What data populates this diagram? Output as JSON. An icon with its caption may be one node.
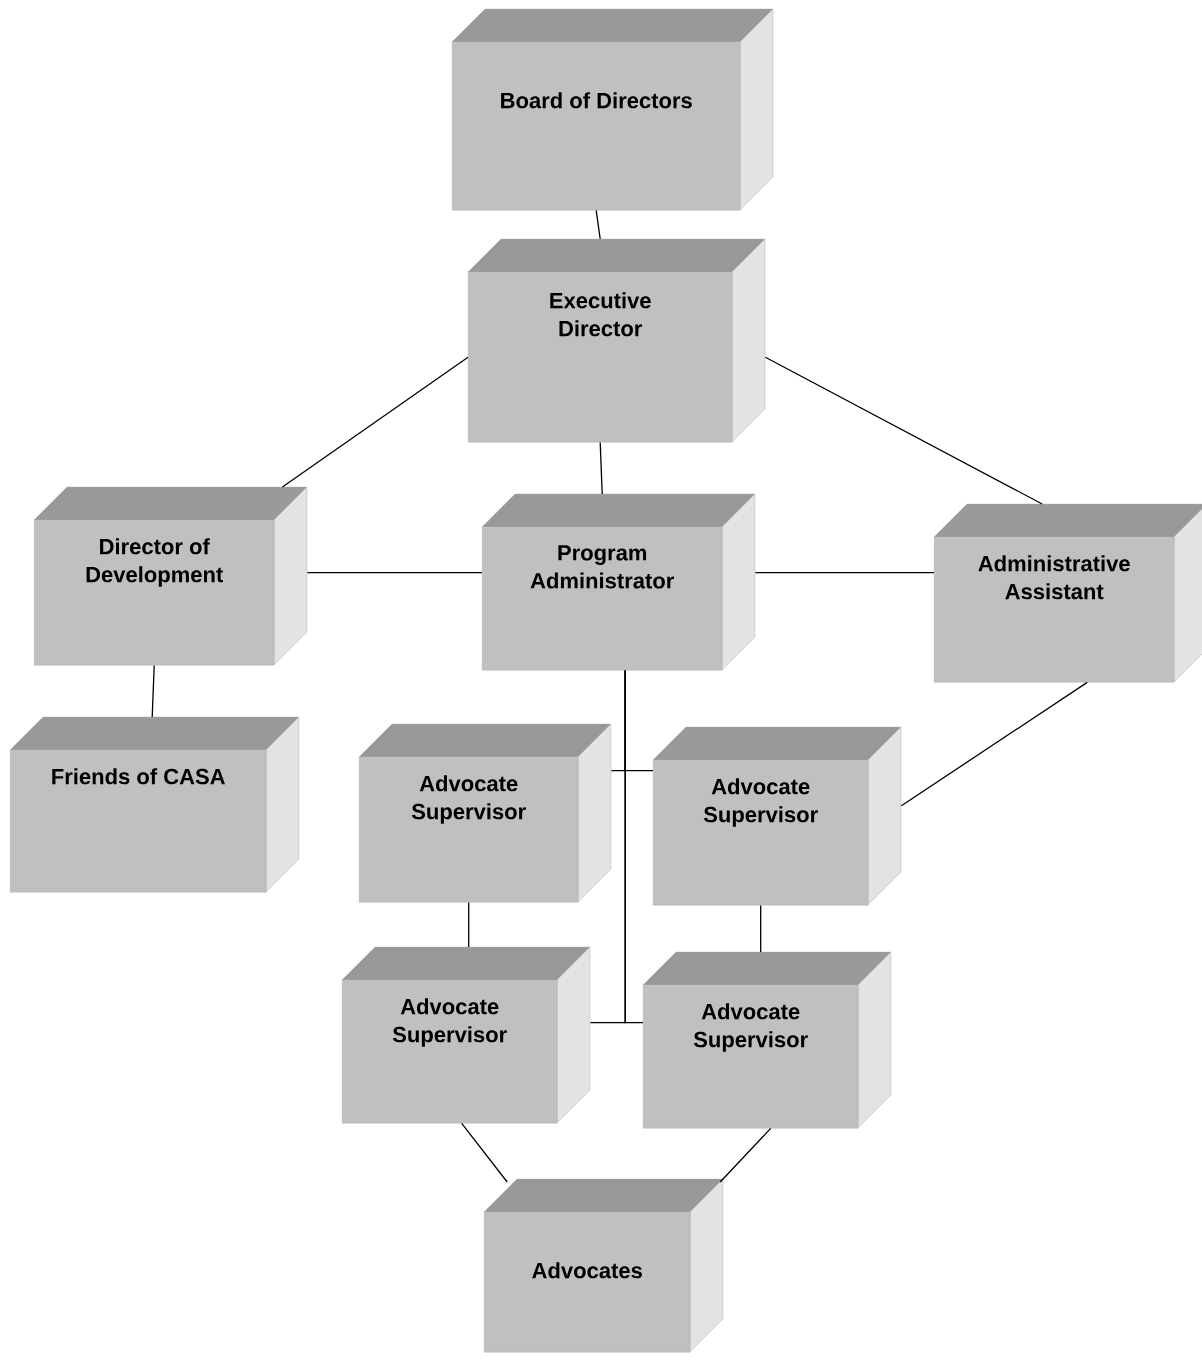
{
  "diagram": {
    "nodes": [
      {
        "text": [
          "Board of Directors"
        ]
      },
      {
        "text": [
          "Executive Director"
        ]
      },
      {
        "text": [
          "Director of Development"
        ]
      },
      {
        "text": [
          "Program Administrator"
        ]
      },
      {
        "text": [
          "Administrative Assistant"
        ]
      },
      {
        "text": [
          "Friends of CASA"
        ]
      },
      {
        "text": [
          "Advocate Supervisor"
        ]
      },
      {
        "text": [
          "Advocate Supervisor"
        ]
      },
      {
        "text": [
          "Advocate Supervisor"
        ]
      },
      {
        "text": [
          "Advocate Supervisor"
        ]
      },
      {
        "text": [
          "Advocates"
        ]
      }
    ],
    "edges": [
      {
        "from": 0,
        "to": 1,
        "arrow": "none"
      },
      {
        "from": 1,
        "to": 2,
        "arrow": "none"
      },
      {
        "from": 1,
        "to": 3,
        "arrow": "none"
      },
      {
        "from": 1,
        "to": 4,
        "arrow": "none"
      },
      {
        "from": 2,
        "to": 3,
        "arrow": "none"
      },
      {
        "from": 3,
        "to": 4,
        "arrow": "none"
      },
      {
        "from": 2,
        "to": 5,
        "arrow": "none"
      },
      {
        "from": 3,
        "to": 6,
        "arrow": "none"
      },
      {
        "from": 3,
        "to": 7,
        "arrow": "none"
      },
      {
        "from": 3,
        "to": 8,
        "arrow": "none"
      },
      {
        "from": 3,
        "to": 9,
        "arrow": "none"
      },
      {
        "from": 4,
        "to": 7,
        "arrow": "none"
      },
      {
        "from": 6,
        "to": 8,
        "arrow": "none"
      },
      {
        "from": 7,
        "to": 9,
        "arrow": "none"
      },
      {
        "from": 8,
        "to": 10,
        "arrow": "none"
      },
      {
        "from": 9,
        "to": 10,
        "arrow": "none"
      }
    ]
  }
}
